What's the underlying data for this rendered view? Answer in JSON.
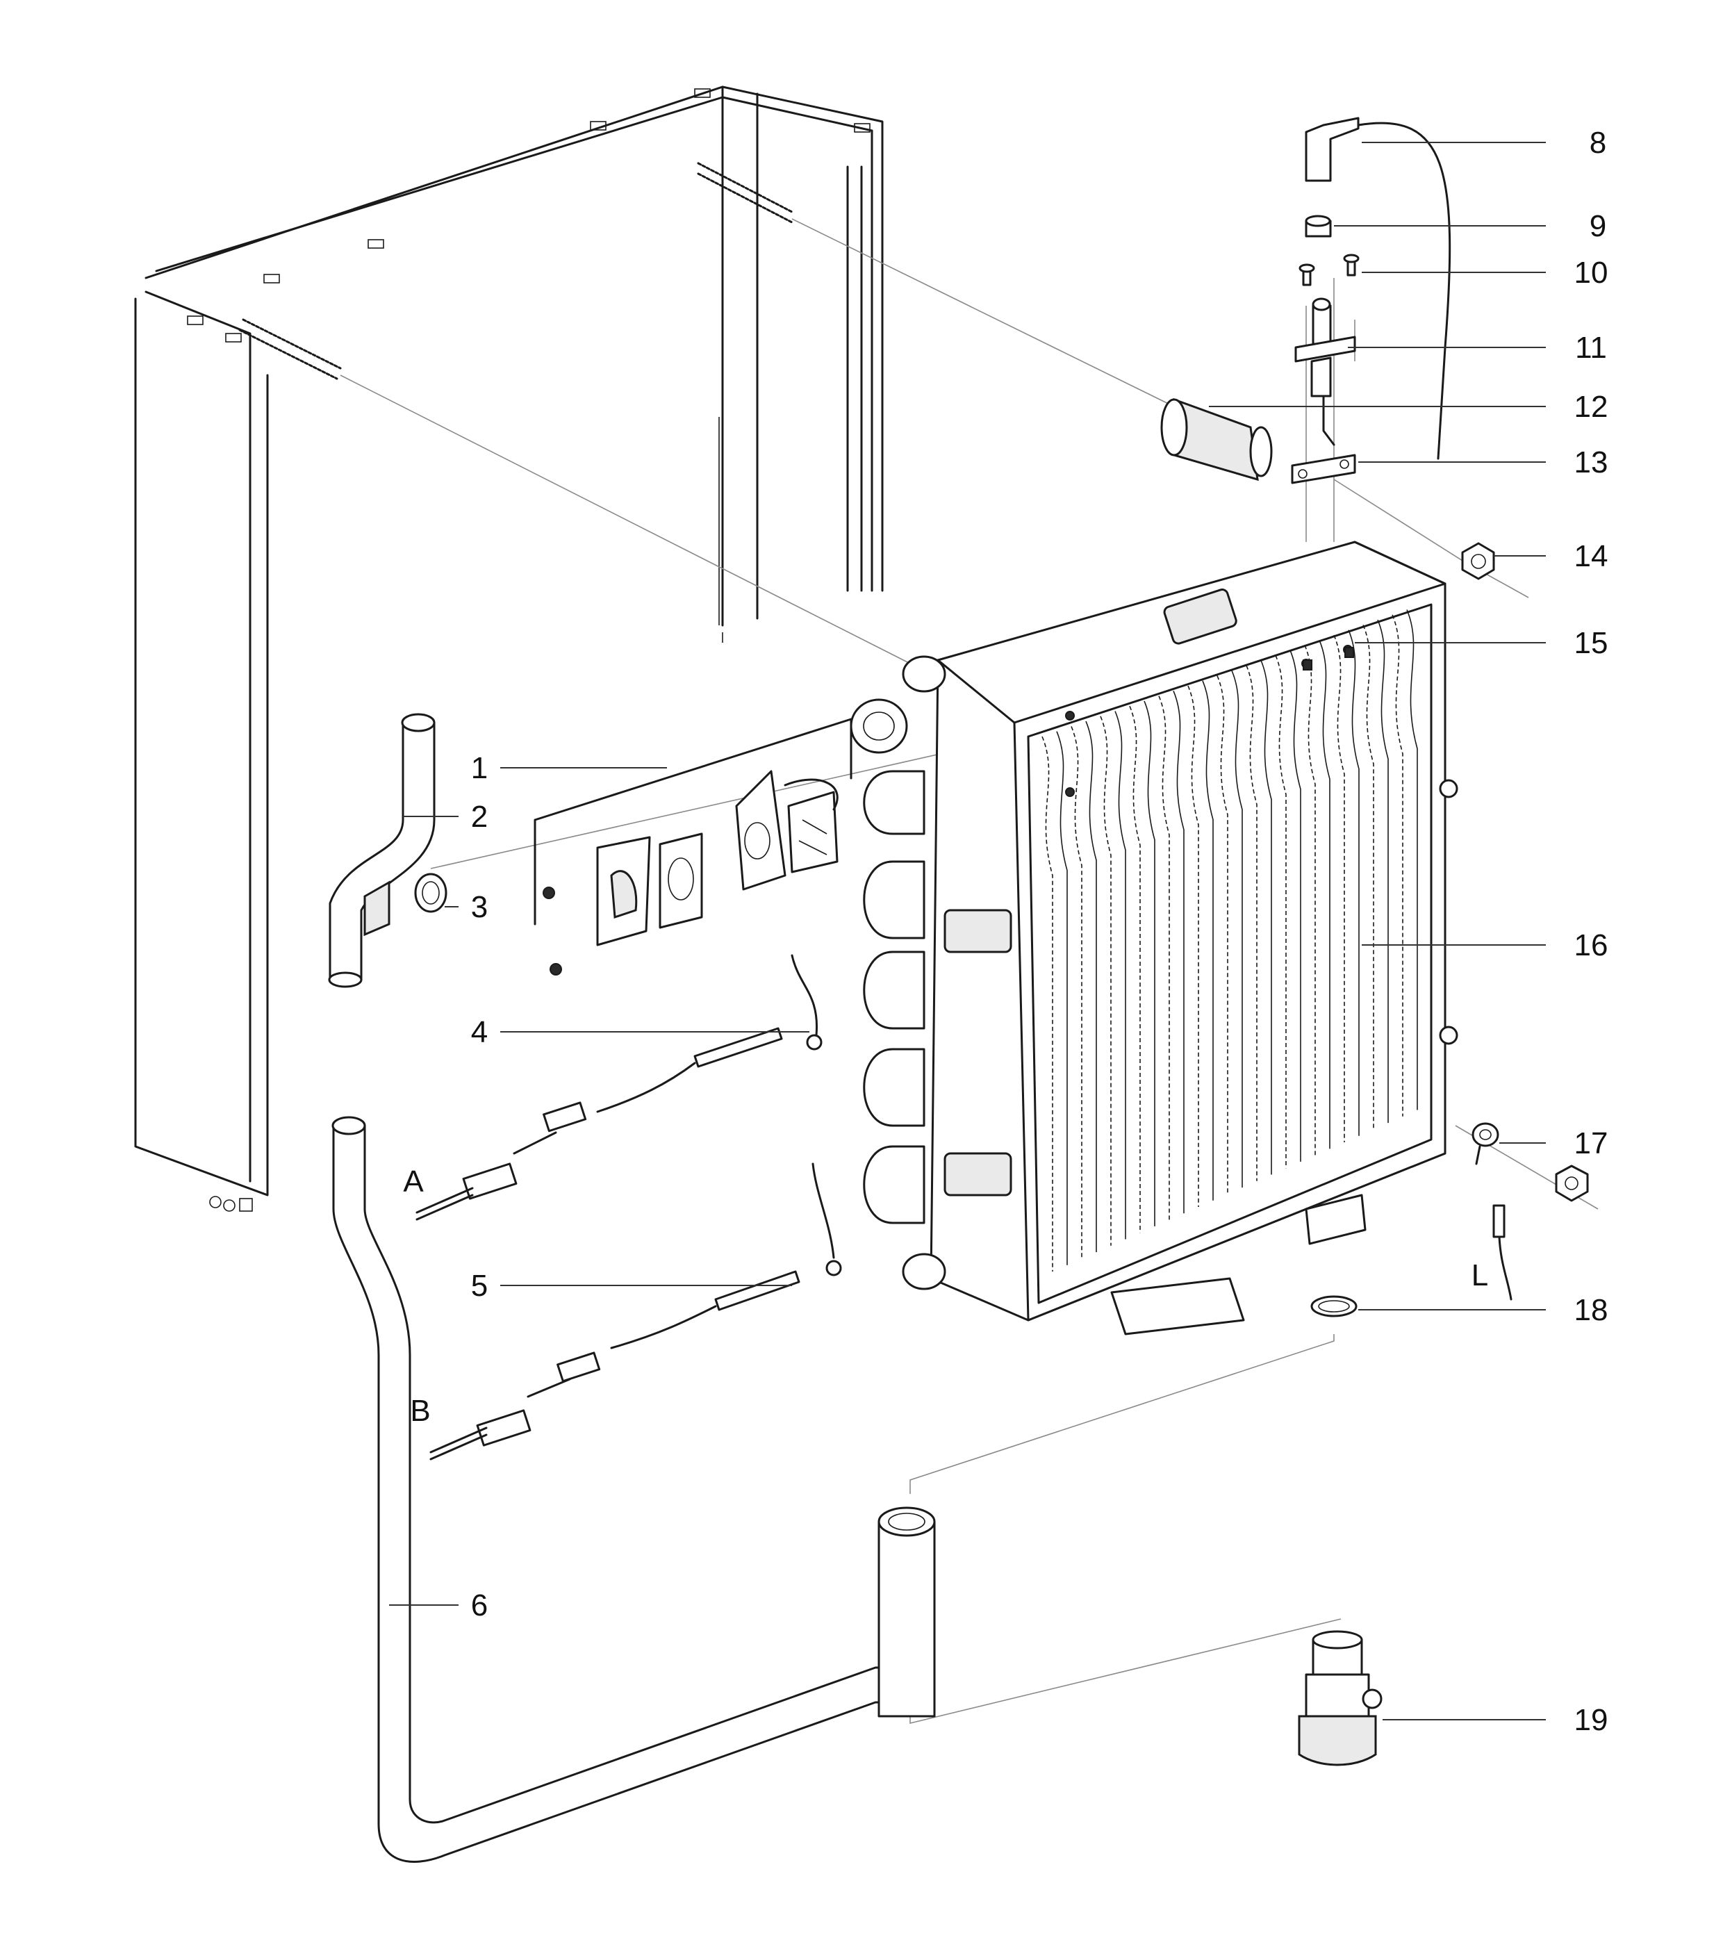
{
  "callouts": [
    {
      "id": "c1",
      "text": "1"
    },
    {
      "id": "c2",
      "text": "2"
    },
    {
      "id": "c3",
      "text": "3"
    },
    {
      "id": "c4",
      "text": "4"
    },
    {
      "id": "c5",
      "text": "5"
    },
    {
      "id": "c6",
      "text": "6"
    },
    {
      "id": "c8",
      "text": "8"
    },
    {
      "id": "c9",
      "text": "9"
    },
    {
      "id": "c10",
      "text": "10"
    },
    {
      "id": "c11",
      "text": "11"
    },
    {
      "id": "c12",
      "text": "12"
    },
    {
      "id": "c13",
      "text": "13"
    },
    {
      "id": "c14",
      "text": "14"
    },
    {
      "id": "c15",
      "text": "15"
    },
    {
      "id": "c16",
      "text": "16"
    },
    {
      "id": "c17",
      "text": "17"
    },
    {
      "id": "c18",
      "text": "18"
    },
    {
      "id": "c19",
      "text": "19"
    },
    {
      "id": "cA",
      "text": "A"
    },
    {
      "id": "cB",
      "text": "B"
    },
    {
      "id": "cL",
      "text": "L"
    }
  ]
}
